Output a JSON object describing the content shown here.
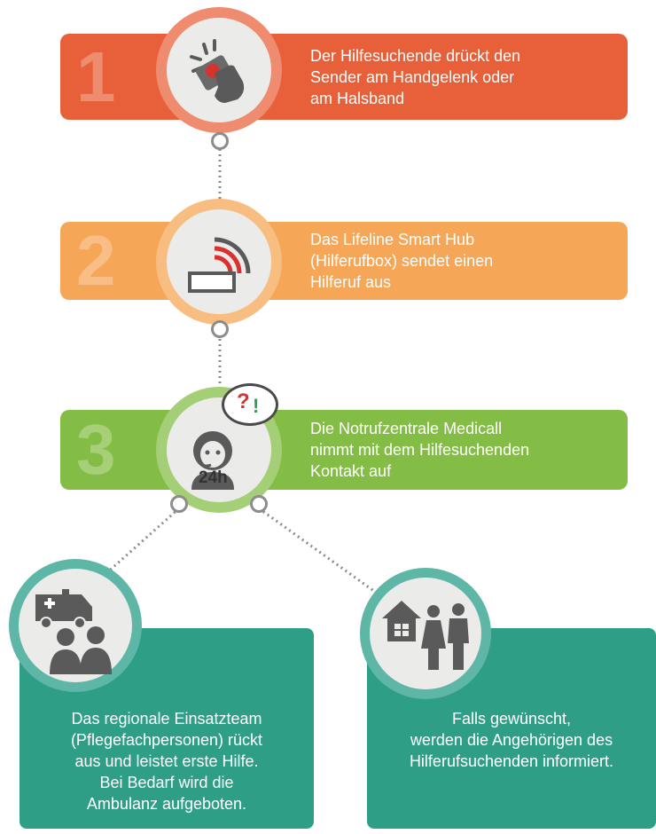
{
  "steps": [
    {
      "number": "1",
      "lines": [
        "Der Hilfesuchende drückt den",
        "Sender am Handgelenk oder",
        "am Halsband"
      ],
      "color": "#e8603a",
      "ring_color": "#ef8c6f"
    },
    {
      "number": "2",
      "lines": [
        "Das Lifeline Smart Hub",
        "(Hilferufbox) sendet einen",
        "Hilferuf aus"
      ],
      "color": "#f6a657",
      "ring_color": "#f8bd80"
    },
    {
      "number": "3",
      "lines": [
        "Die Notrufzentrale Medicall",
        "nimmt mit dem Hilfesuchenden",
        "Kontakt auf"
      ],
      "color": "#84bd45",
      "ring_color": "#a5cf76"
    }
  ],
  "callcenter_icon": {
    "badge": "24h",
    "bubble_question": "?",
    "bubble_exclaim": "!"
  },
  "outcomes": [
    {
      "icon": "ambulance-nurses-icon",
      "lines": [
        "Das regionale Einsatzteam",
        "(Pflegefachpersonen) rückt",
        "aus und leistet erste Hilfe.",
        "Bei Bedarf wird die",
        "Ambulanz aufgeboten."
      ]
    },
    {
      "icon": "house-family-icon",
      "lines": [
        "Falls gewünscht,",
        "werden die Angehörigen des",
        "Hilferufsuchenden informiert."
      ]
    }
  ],
  "colors": {
    "teal": "#2f9e86",
    "teal_ring": "#5eb6a6",
    "icon_grey": "#5a5a5a",
    "signal_red": "#d8322f"
  }
}
